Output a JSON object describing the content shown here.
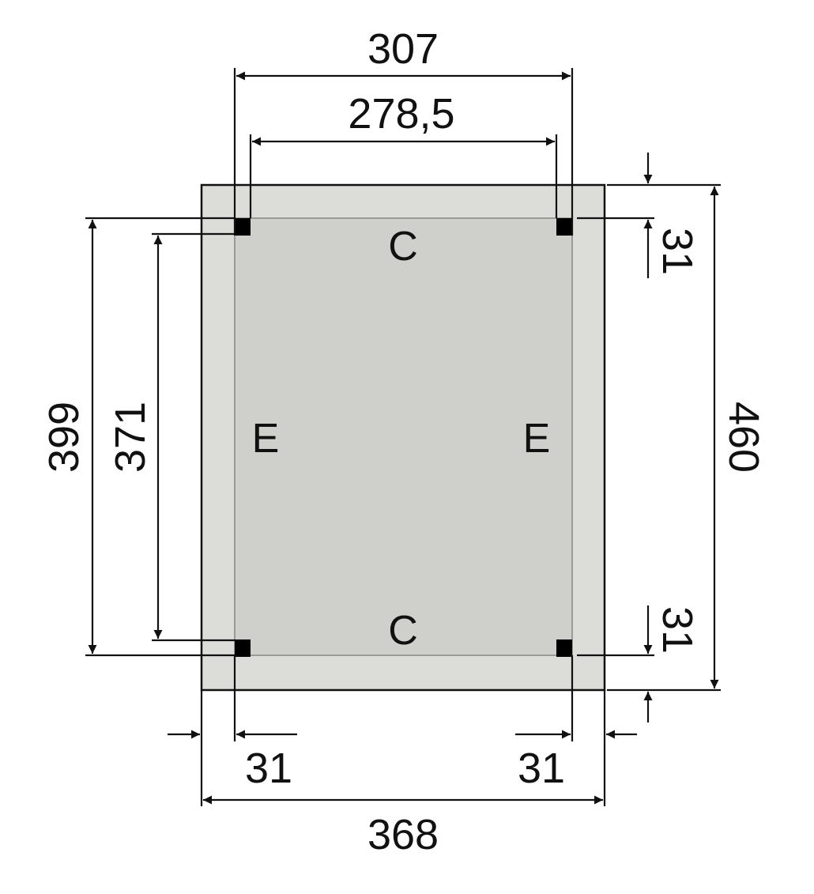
{
  "dimensions": {
    "top_outer": "307",
    "top_inner": "278,5",
    "left_outer": "399",
    "left_inner": "371",
    "right_overall": "460",
    "right_top_offset": "31",
    "right_bottom_offset": "31",
    "bottom_left_offset": "31",
    "bottom_right_offset": "31",
    "bottom_overall": "368"
  },
  "edge_marks": {
    "top": "C",
    "bottom": "C",
    "left": "E",
    "right": "E"
  },
  "colors": {
    "outer_panel": "#dcdcd9",
    "inner_panel": "#cfcfcb",
    "line": "#111111"
  }
}
